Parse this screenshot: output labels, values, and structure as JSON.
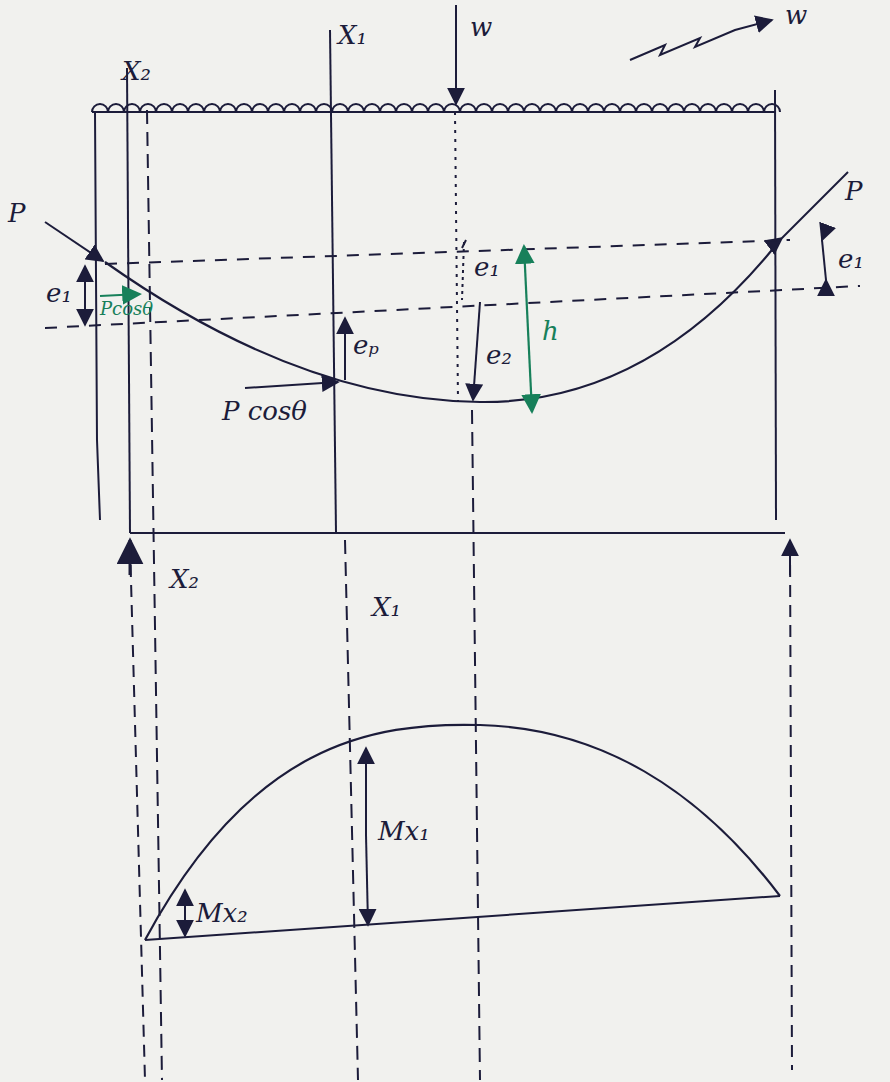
{
  "diagram": {
    "labels": [
      "X₂",
      "X₁",
      "w",
      "w",
      "P",
      "P",
      "e₁",
      "Pcosθ",
      "eₚ",
      "e₁",
      "e₂",
      "h",
      "e₁",
      "P cosθ",
      "X₂",
      "X₁",
      "Mx₁",
      "Mx₂"
    ]
  }
}
